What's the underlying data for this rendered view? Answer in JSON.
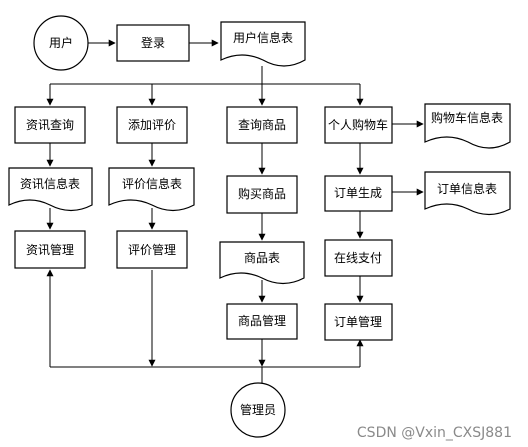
{
  "nodes": {
    "user": "用户",
    "login": "登录",
    "user_info_table": "用户信息表",
    "news_query": "资讯查询",
    "add_review": "添加评价",
    "product_query": "查询商品",
    "cart": "个人购物车",
    "cart_table": "购物车信息表",
    "news_table": "资讯信息表",
    "review_table": "评价信息表",
    "buy_product": "购买商品",
    "create_order": "订单生成",
    "order_table": "订单信息表",
    "news_manage": "资讯管理",
    "review_manage": "评价管理",
    "product_table": "商品表",
    "online_pay": "在线支付",
    "product_manage": "商品管理",
    "order_manage": "订单管理",
    "admin": "管理员"
  },
  "watermark": "CSDN @Vxin_CXSJ881"
}
